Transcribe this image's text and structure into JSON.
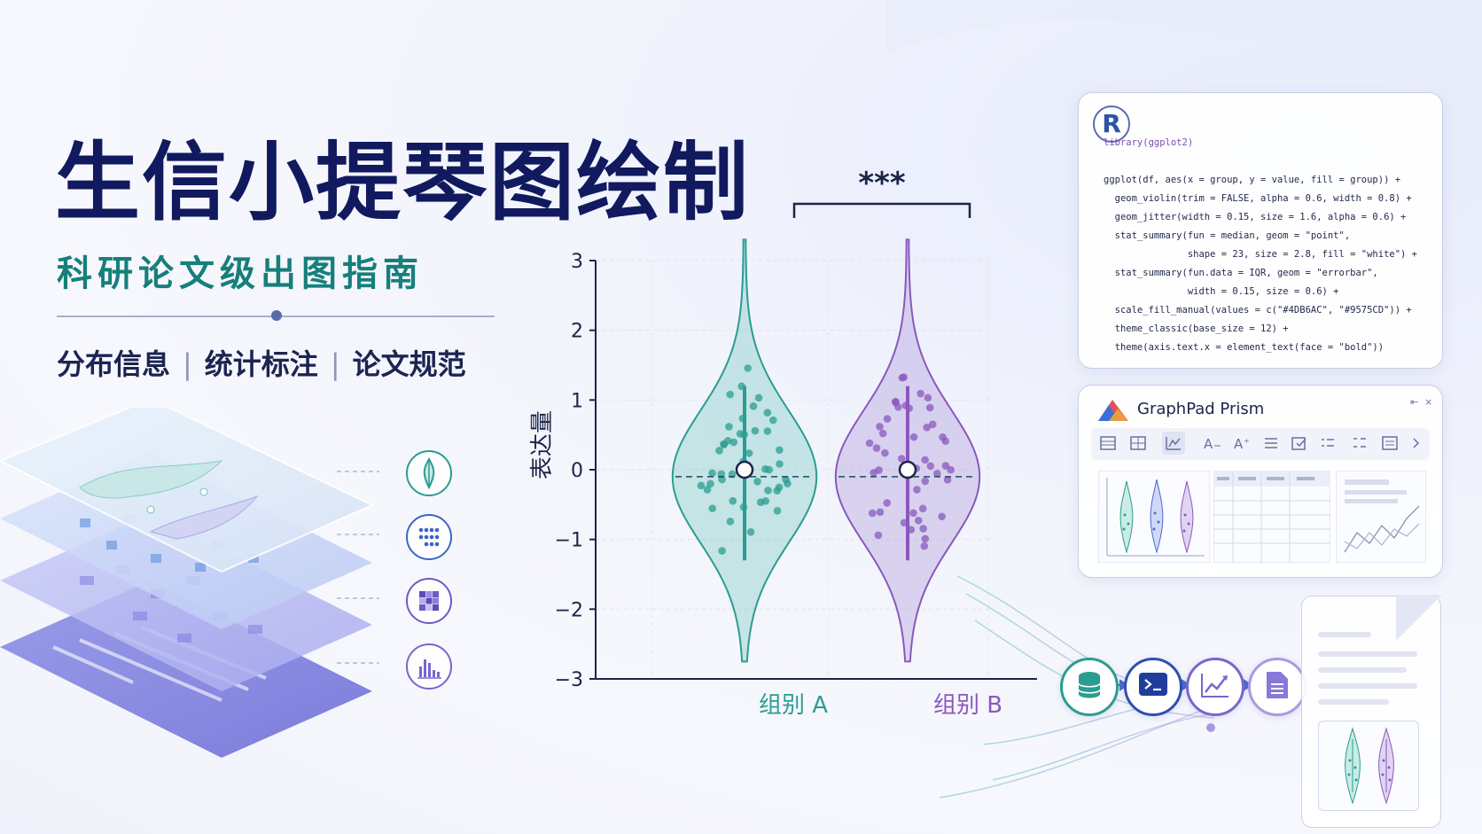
{
  "header": {
    "title": "生信小提琴图绘制",
    "subtitle": "科研论文级出图指南",
    "tags": [
      "分布信息",
      "统计标注",
      "论文规范"
    ],
    "tag_separator": "|"
  },
  "chart_data": {
    "type": "violin",
    "ylabel": "表达量",
    "xlabel": "",
    "ylim": [
      -3,
      3
    ],
    "yticks": [
      "3",
      "2",
      "1",
      "0",
      "−1",
      "−2",
      "−3"
    ],
    "categories": [
      "组别 A",
      "组别 B"
    ],
    "significance": "***",
    "series": [
      {
        "name": "组别 A",
        "color": "#2a9d90",
        "median": 0,
        "fill": "#4DB6AC"
      },
      {
        "name": "组别 B",
        "color": "#8a58bd",
        "median": 0,
        "fill": "#9575CD"
      }
    ]
  },
  "code_panel": {
    "logo": "R",
    "lines": [
      "library(ggplot2)",
      "",
      "ggplot(df, aes(x = group, y = value, fill = group)) +",
      "  geom_violin(trim = FALSE, alpha = 0.6, width = 0.8) +",
      "  geom_jitter(width = 0.15, size = 1.6, alpha = 0.6) +",
      "  stat_summary(fun = median, geom = \"point\",",
      "               shape = 23, size = 2.8, fill = \"white\") +",
      "  stat_summary(fun.data = IQR, geom = \"errorbar\",",
      "               width = 0.15, size = 0.6) +",
      "  scale_fill_manual(values = c(\"#4DB6AC\", \"#9575CD\")) +",
      "  theme_classic(base_size = 12) +",
      "  theme(axis.text.x = element_text(face = \"bold\"))"
    ]
  },
  "prism_panel": {
    "title": "GraphPad Prism",
    "window_controls": [
      "⇤",
      "×"
    ]
  },
  "colors": {
    "title": "#111a5e",
    "subtitle": "#167f7b",
    "teal": "#2a9d90",
    "purple": "#8a58bd",
    "blue": "#2a54a6"
  },
  "icons": {
    "pipeline": [
      "database-icon",
      "terminal-icon",
      "line-chart-icon",
      "document-icon"
    ],
    "features": [
      "violin-icon",
      "dots-icon",
      "heatmap-icon",
      "histogram-icon"
    ]
  }
}
